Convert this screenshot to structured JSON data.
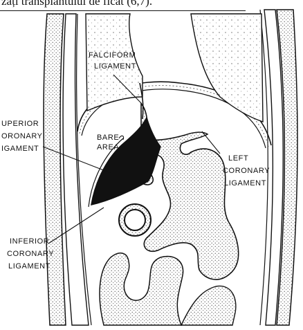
{
  "caption": "zați transplantului de ficat (6,7).",
  "labels": {
    "falciform": [
      "FALCIFORM",
      "LIGAMENT"
    ],
    "superior_coronary": [
      "UPERIOR",
      "ORONARY",
      "IGAMENT"
    ],
    "bare_area": [
      "BARE",
      "AREA"
    ],
    "left_coronary": [
      "LEFT",
      "CORONARY",
      "LIGAMENT"
    ],
    "inferior_coronary": [
      "INFERIOR",
      "CORONARY",
      "LIGAMENT"
    ]
  },
  "colors": {
    "ink": "#111111",
    "stipple": "#bdbdbd",
    "paper": "#ffffff"
  }
}
